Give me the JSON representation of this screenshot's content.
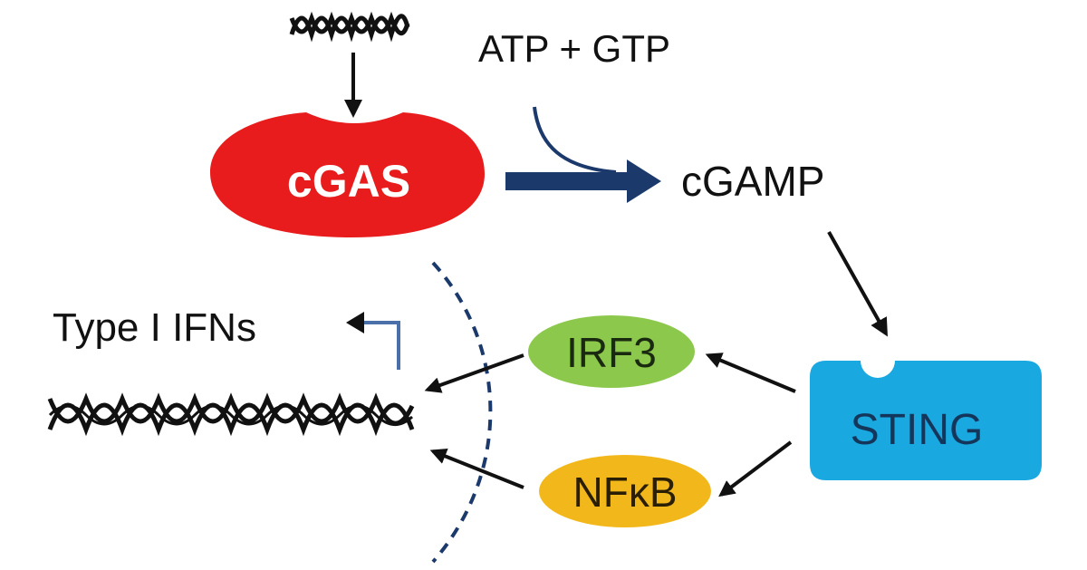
{
  "diagram": {
    "nodes": {
      "cgas": {
        "label": "cGAS",
        "color": "#e81c1c"
      },
      "sting": {
        "label": "STING",
        "color": "#1aa8e0"
      },
      "irf3": {
        "label": "IRF3",
        "color": "#8cc84b"
      },
      "nfkb": {
        "label": "NFκB",
        "color": "#f2b81b"
      }
    },
    "labels": {
      "substrates": "ATP + GTP",
      "product": "cGAMP",
      "output": "Type I IFNs"
    },
    "colors": {
      "reaction_arrow": "#1b3a6b",
      "nuclear_membrane": "#1b3a6b",
      "transcription_arrow": "#4b6fa8",
      "line": "#111111"
    },
    "icons": [
      "dna-icon",
      "dna-icon"
    ]
  }
}
